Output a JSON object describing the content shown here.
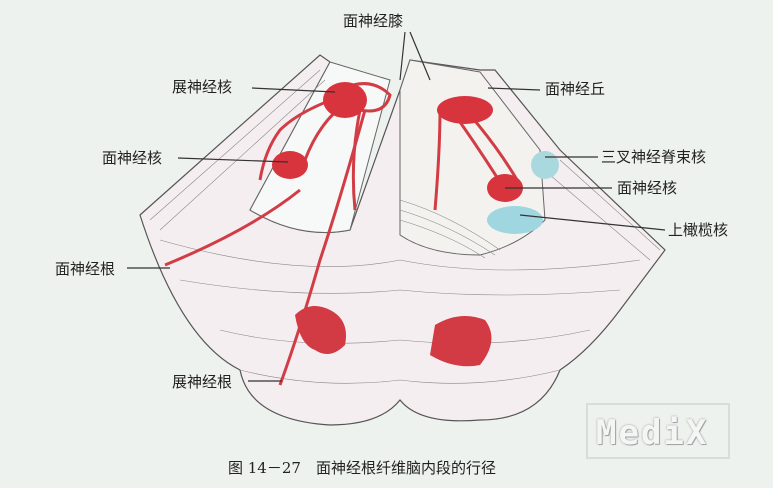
{
  "labels": {
    "facial_genu": "面神经膝",
    "abducens_nucleus": "展神经核",
    "facial_colliculus": "面神经丘",
    "facial_nucleus_left": "面神经核",
    "spinal_trigeminal_nucleus": "三叉神经脊束核",
    "facial_nucleus_right": "面神经核",
    "superior_olivary_nucleus": "上橄榄核",
    "facial_root": "面神经根",
    "abducens_root": "展神经根"
  },
  "caption": "图 14－27　面神经根纤维脑内段的行径",
  "watermark": "MediX",
  "colors": {
    "nerve": "#d23c45",
    "nucleus": "#d8343e",
    "olive": "#9fd6e0",
    "tissue": "#f6eef2"
  }
}
